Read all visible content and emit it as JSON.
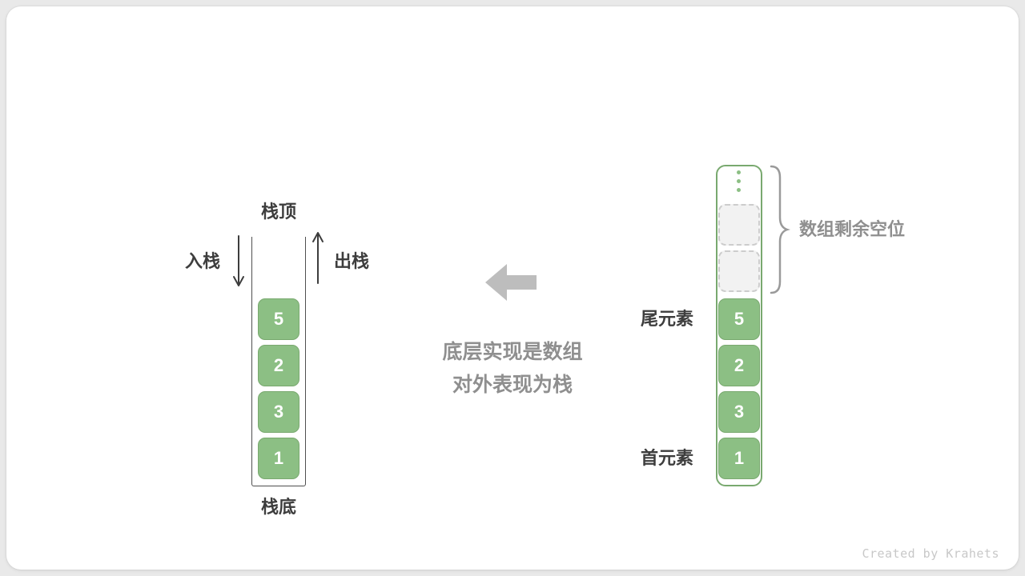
{
  "colors": {
    "page_bg": "#e9e9e9",
    "card_bg": "#ffffff",
    "green": "#8cbf84",
    "green_border": "#79a96f",
    "cell_text": "#ffffff",
    "dark_text": "#3d3d3d",
    "gray_text": "#8f8f8f",
    "arrow_gray": "#bdbdbd",
    "dashed_fill": "#f2f2f2",
    "dashed_border": "#cccccc",
    "brace_gray": "#9a9a9a",
    "credit_gray": "#c8c8c8"
  },
  "stack": {
    "top_label": "栈顶",
    "bottom_label": "栈底",
    "push_label": "入栈",
    "pop_label": "出栈",
    "values": [
      "5",
      "2",
      "3",
      "1"
    ]
  },
  "caption": {
    "line1": "底层实现是数组",
    "line2": "对外表现为栈"
  },
  "array": {
    "tail_label": "尾元素",
    "head_label": "首元素",
    "empty_label": "数组剩余空位",
    "values": [
      "5",
      "2",
      "3",
      "1"
    ]
  },
  "footer": {
    "credit": "Created by Krahets"
  }
}
